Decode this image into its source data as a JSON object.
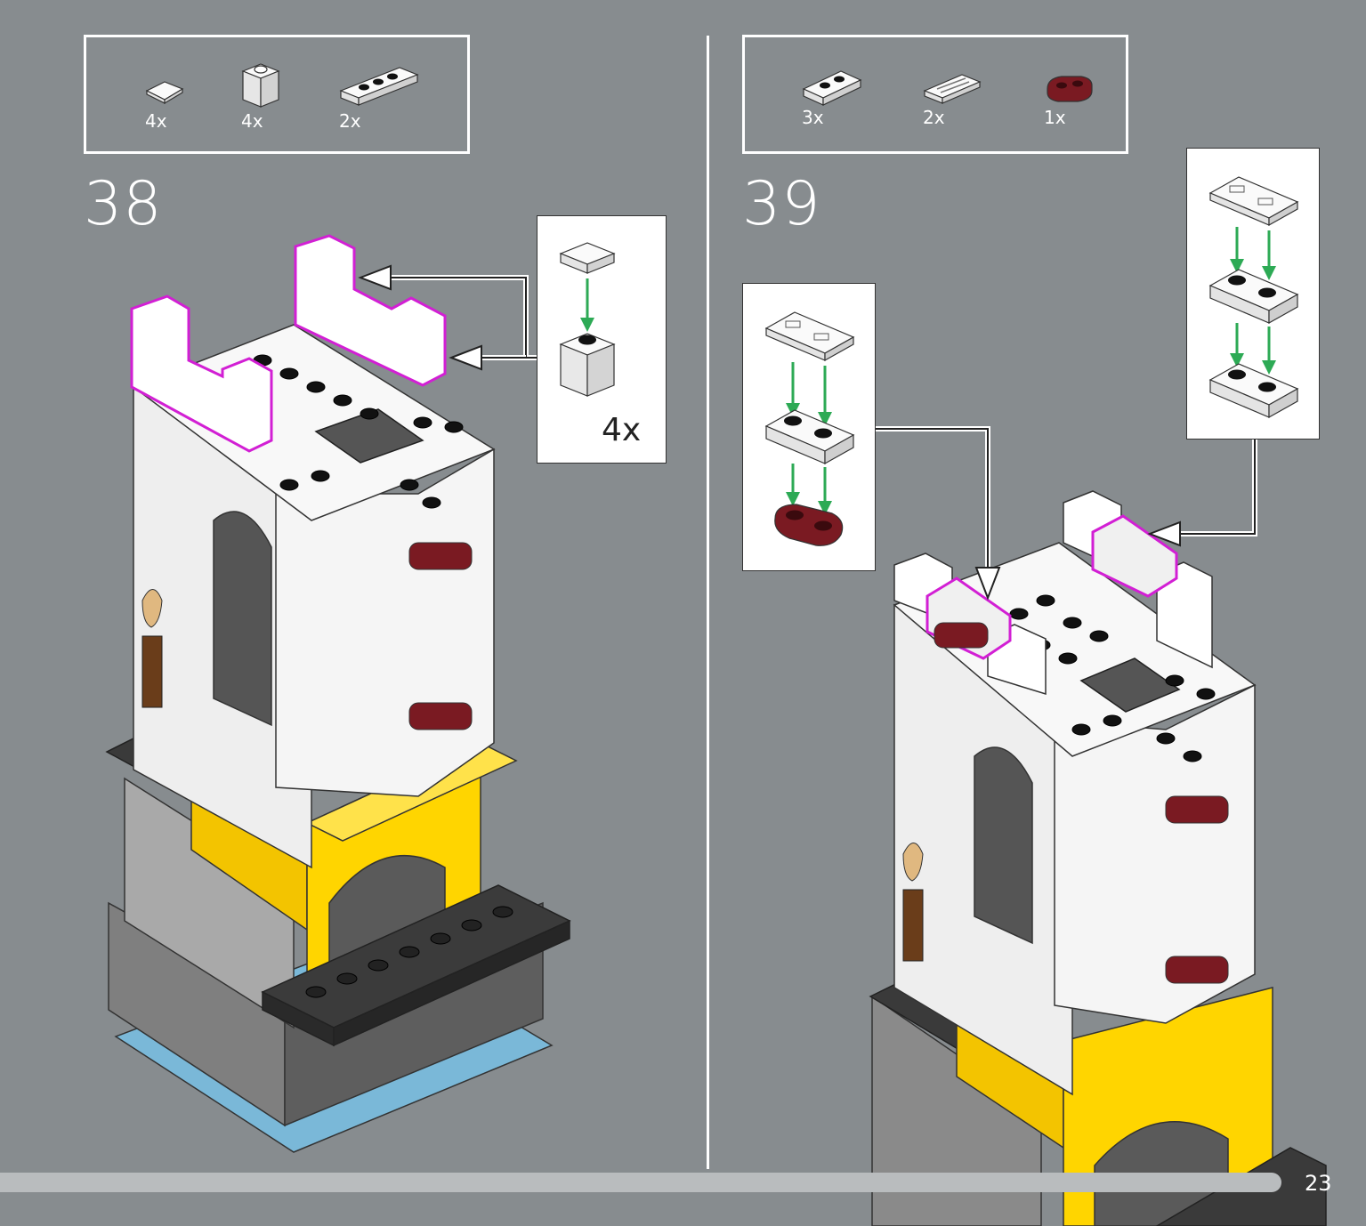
{
  "step38": {
    "number": "38",
    "parts": [
      {
        "icon": "white-tile-1x1-icon",
        "qty": "4x"
      },
      {
        "icon": "white-brick-1x1-icon",
        "qty": "4x"
      },
      {
        "icon": "white-plate-1x4-icon",
        "qty": "2x"
      }
    ],
    "callout_qty": "4x"
  },
  "step39": {
    "number": "39",
    "parts": [
      {
        "icon": "white-plate-1x2-icon",
        "qty": "3x"
      },
      {
        "icon": "white-tile-1x2-grille-icon",
        "qty": "2x"
      },
      {
        "icon": "dark-red-plate-1x2-rounded-icon",
        "qty": "1x"
      }
    ]
  },
  "footer": {
    "page_number": "23",
    "progress": 0.94
  },
  "colors": {
    "background": "#878c8f",
    "highlight": "#d21fd4",
    "arrow_green": "#2daa55",
    "yellow": "#ffd500",
    "dark_red": "#7a1a22",
    "light_blue": "#7ab8d8"
  }
}
